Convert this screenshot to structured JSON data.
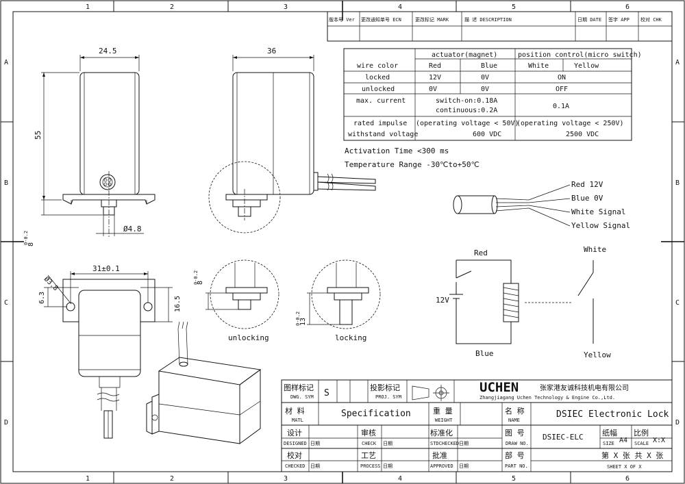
{
  "frame": {
    "columns": [
      "1",
      "2",
      "3",
      "4",
      "5",
      "6"
    ],
    "rows": [
      "A",
      "B",
      "C",
      "D"
    ]
  },
  "revision_header": {
    "ver": "版本号 Ver",
    "ecn": "更改通知单号 ECN",
    "mark": "更改标记  MARK",
    "desc": "描 述   DESCRIPTION",
    "date": "日期 DATE",
    "app": "签字 APP",
    "chk": "校对 CHK"
  },
  "spec_table": {
    "actuator_header": "actuator(magnet)",
    "position_header": "position control(micro switch)",
    "rows": [
      {
        "label": "wire color",
        "c1": "Red",
        "c2": "Blue",
        "c3": "White",
        "c4": "Yellow"
      },
      {
        "label": "locked",
        "c1": "12V",
        "c2": "0V",
        "c34": "ON"
      },
      {
        "label": "unlocked",
        "c1": "0V",
        "c2": "0V",
        "c34": "OFF"
      }
    ],
    "max_current": {
      "label": "max. current",
      "line1": "switch-on:0.18A",
      "line2": "continuous:0.2A",
      "right": "0.1A"
    },
    "impulse": {
      "label1": "rated impulse",
      "label2": "withstand voltage",
      "left1": "(operating voltage < 50V)",
      "left2": "600 VDC",
      "right1": "(operating voltage < 250V)",
      "right2": "2500 VDC"
    }
  },
  "notes": {
    "activation": "Activation Time <300 ms",
    "temperature": "Temperature Range -30℃to+50℃"
  },
  "dimensions": {
    "width_front": "24.5",
    "height_front": "55",
    "pin_dia": "Ø4.8",
    "pin_length": "8",
    "pin_length_tol": "0-0.2",
    "width_side": "36",
    "hole_dia": "Ø3.8",
    "flange_width": "31±0.1",
    "hole_offset": "6.3",
    "flange_height": "16.5",
    "unlock_dim": "8",
    "unlock_tol": "0-0.2",
    "lock_dim": "13",
    "lock_tol": "0-0.2"
  },
  "detail_labels": {
    "unlocking": "unlocking",
    "locking": "locking"
  },
  "wire_labels": {
    "red": "Red  12V",
    "blue": "Blue  0V",
    "white": "White  Signal",
    "yellow": "Yellow  Signal"
  },
  "circuit": {
    "red": "Red",
    "voltage": "12V",
    "blue": "Blue",
    "white": "White",
    "yellow": "Yellow"
  },
  "title_block": {
    "dwg_sym_cn": "图样标记",
    "dwg_sym_en": "DWG. SYM",
    "dwg_sym_value": "S",
    "proj_sym_cn": "投影标记",
    "proj_sym_en": "PROJ. SYM",
    "logo": "UCHEN",
    "company_cn": "张家港友诚科技机电有限公司",
    "company_en": "Zhangjiagang Uchen Technology & Engine  Co.,Ltd.",
    "matl_cn": "材 料",
    "matl_en": "MATL",
    "matl_value": "Specification",
    "weight_cn": "重 量",
    "weight_en": "WEIGHT",
    "name_cn": "名 称",
    "name_en": "NAME",
    "name_value": "DSIEC Electronic Lock",
    "designed_cn": "设计",
    "designed_en": "DESIGNED",
    "check_cn": "审核",
    "check_en": "CHECK",
    "stdchecked_cn": "标准化",
    "stdchecked_en": "STDCHECKED",
    "drawno_cn": "图 号",
    "drawno_en": "DRAW NO.",
    "drawno_value": "DSIEC-ELC",
    "size_cn": "纸幅",
    "size_en": "SIZE",
    "size_value": "A4",
    "scale_cn": "比例",
    "scale_en": "SCALE",
    "scale_value": "X:X",
    "checked_cn": "校对",
    "checked_en": "CHECKED",
    "process_cn": "工艺",
    "process_en": "PROCESS",
    "approved_cn": "批准",
    "approved_en": "APPROVED",
    "partno_cn": "部 号",
    "partno_en": "PART NO.",
    "date_cn": "日期",
    "sheet_cn": "第 X 张  共 X 张",
    "sheet_en": "SHEET  X  OF X"
  }
}
